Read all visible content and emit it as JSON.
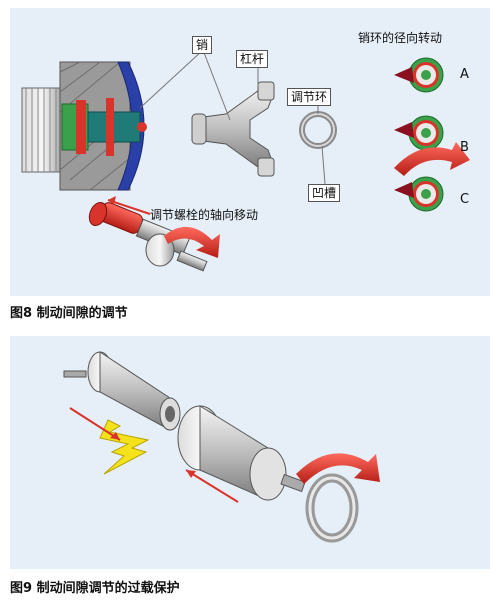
{
  "figure1": {
    "caption": "图8  制动间隙的调节",
    "labels": {
      "pin": "销",
      "lever": "杠杆",
      "adjust_ring": "调节环",
      "groove": "凹槽",
      "radial_rotation": "销环的径向转动",
      "axial_move": "调节螺栓的轴向移动"
    },
    "positions": [
      "A",
      "B",
      "C"
    ]
  },
  "figure2": {
    "caption": "图9  制动间隙调节的过载保护"
  },
  "colors": {
    "panel_bg": "#e6eef8",
    "red": "#d9342b",
    "green": "#3aa04a",
    "blue_disc": "#2b3fa8",
    "yellow": "#f4e21c"
  }
}
